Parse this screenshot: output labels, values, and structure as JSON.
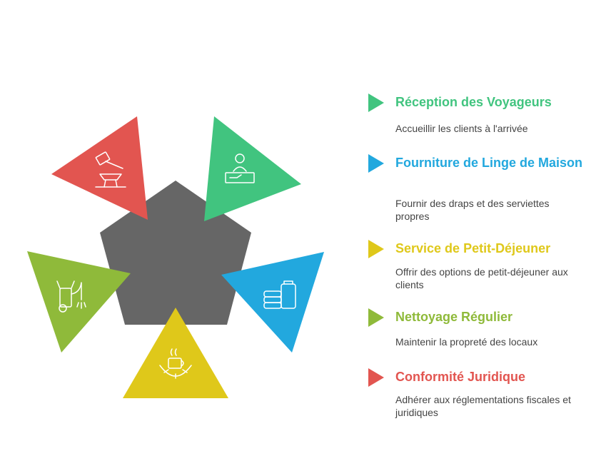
{
  "colors": {
    "center": "#666666",
    "green": "#41c47f",
    "blue": "#22a8de",
    "yellow": "#dfc81a",
    "olive": "#8fba3a",
    "red": "#e25550"
  },
  "items": [
    {
      "title": "Réception des Voyageurs",
      "description": "Accueillir les clients à l'arrivée",
      "color": "#41c47f",
      "icon": "reception-desk-icon"
    },
    {
      "title": "Fourniture de Linge de Maison",
      "description": "Fournir des draps et des serviettes propres",
      "color": "#22a8de",
      "icon": "folded-towels-icon"
    },
    {
      "title": "Service de Petit-Déjeuner",
      "description": "Offrir des options de petit-déjeuner aux clients",
      "color": "#dfc81a",
      "icon": "coffee-croissant-icon"
    },
    {
      "title": "Nettoyage Régulier",
      "description": "Maintenir la propreté des locaux",
      "color": "#8fba3a",
      "icon": "pressure-washer-icon"
    },
    {
      "title": "Conformité Juridique",
      "description": "Adhérer aux réglementations fiscales et juridiques",
      "color": "#e25550",
      "icon": "gavel-icon"
    }
  ]
}
